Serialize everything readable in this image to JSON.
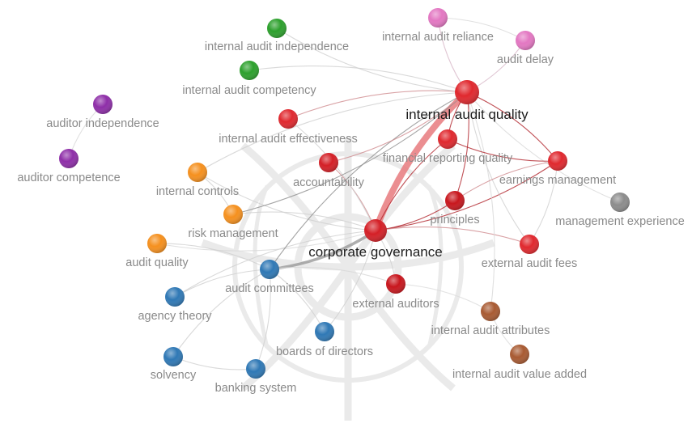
{
  "nodes": [
    {
      "id": "internal-audit-independence",
      "label": "internal audit independence",
      "color": "#2ca02c",
      "major": false
    },
    {
      "id": "internal-audit-reliance",
      "label": "internal audit reliance",
      "color": "#e377c2",
      "major": false
    },
    {
      "id": "audit-delay",
      "label": "audit delay",
      "color": "#e377c2",
      "major": false
    },
    {
      "id": "internal-audit-competency",
      "label": "internal audit competency",
      "color": "#2ca02c",
      "major": false
    },
    {
      "id": "auditor-independence",
      "label": "auditor independence",
      "color": "#8e2ea8",
      "major": false
    },
    {
      "id": "internal-audit-quality",
      "label": "internal audit quality",
      "color": "#e0282e",
      "major": true
    },
    {
      "id": "internal-audit-effectiveness",
      "label": "internal audit effectiveness",
      "color": "#e0282e",
      "major": false
    },
    {
      "id": "auditor-competence",
      "label": "auditor competence",
      "color": "#8e2ea8",
      "major": false
    },
    {
      "id": "financial-reporting-quality",
      "label": "financial reporting quality",
      "color": "#e0282e",
      "major": false
    },
    {
      "id": "earnings-management",
      "label": "earnings management",
      "color": "#e0282e",
      "major": false
    },
    {
      "id": "internal-controls",
      "label": "internal controls",
      "color": "#f5901e",
      "major": false
    },
    {
      "id": "accountability",
      "label": "accountability",
      "color": "#d41f26",
      "major": false
    },
    {
      "id": "management-experience",
      "label": "management experience",
      "color": "#8c8c8c",
      "major": false
    },
    {
      "id": "principles",
      "label": "principles",
      "color": "#c8161d",
      "major": false
    },
    {
      "id": "risk-management",
      "label": "risk management",
      "color": "#f5901e",
      "major": false
    },
    {
      "id": "corporate-governance",
      "label": "corporate governance",
      "color": "#d41f26",
      "major": true
    },
    {
      "id": "external-audit-fees",
      "label": "external audit fees",
      "color": "#e0282e",
      "major": false
    },
    {
      "id": "audit-quality",
      "label": "audit quality",
      "color": "#f5901e",
      "major": false
    },
    {
      "id": "audit-committees",
      "label": "audit committees",
      "color": "#2f78b5",
      "major": false
    },
    {
      "id": "external-auditors",
      "label": "external auditors",
      "color": "#c8161d",
      "major": false
    },
    {
      "id": "agency-theory",
      "label": "agency theory",
      "color": "#2f78b5",
      "major": false
    },
    {
      "id": "internal-audit-attributes",
      "label": "internal audit attributes",
      "color": "#a85a32",
      "major": false
    },
    {
      "id": "boards-of-directors",
      "label": "boards of directors",
      "color": "#2f78b5",
      "major": false
    },
    {
      "id": "solvency",
      "label": "solvency",
      "color": "#2f78b5",
      "major": false
    },
    {
      "id": "internal-audit-value-added",
      "label": "internal audit value added",
      "color": "#a85a32",
      "major": false
    },
    {
      "id": "banking-system",
      "label": "banking system",
      "color": "#2f78b5",
      "major": false
    }
  ],
  "edges": [
    {
      "from": "internal-audit-quality",
      "to": "corporate-governance",
      "color": "#e87a7e",
      "weight": "strong"
    },
    {
      "from": "corporate-governance",
      "to": "audit-committees",
      "color": "#9a9a9a",
      "weight": "medium"
    },
    {
      "from": "corporate-governance",
      "to": "principles",
      "color": "#b0232a",
      "weight": "thin"
    },
    {
      "from": "corporate-governance",
      "to": "financial-reporting-quality",
      "color": "#b0232a",
      "weight": "thin"
    },
    {
      "from": "corporate-governance",
      "to": "earnings-management",
      "color": "#b0232a",
      "weight": "thin"
    },
    {
      "from": "corporate-governance",
      "to": "external-audit-fees",
      "color": "#cf8b8e",
      "weight": "thin"
    },
    {
      "from": "corporate-governance",
      "to": "accountability",
      "color": "#cf8b8e",
      "weight": "thin"
    },
    {
      "from": "corporate-governance",
      "to": "external-auditors",
      "color": "#cfcfcf",
      "weight": "thin"
    },
    {
      "from": "corporate-governance",
      "to": "risk-management",
      "color": "#cfcfcf",
      "weight": "thin"
    },
    {
      "from": "corporate-governance",
      "to": "internal-controls",
      "color": "#cfcfcf",
      "weight": "thin"
    },
    {
      "from": "corporate-governance",
      "to": "agency-theory",
      "color": "#cfcfcf",
      "weight": "thin"
    },
    {
      "from": "corporate-governance",
      "to": "boards-of-directors",
      "color": "#cfcfcf",
      "weight": "thin"
    },
    {
      "from": "corporate-governance",
      "to": "internal-audit-effectiveness",
      "color": "#cfcfcf",
      "weight": "thin"
    },
    {
      "from": "corporate-governance",
      "to": "audit-quality",
      "color": "#d8d8d8",
      "weight": "thin"
    },
    {
      "from": "internal-audit-quality",
      "to": "internal-audit-effectiveness",
      "color": "#cf8b8e",
      "weight": "thin"
    },
    {
      "from": "internal-audit-quality",
      "to": "earnings-management",
      "color": "#b0232a",
      "weight": "thin"
    },
    {
      "from": "internal-audit-quality",
      "to": "financial-reporting-quality",
      "color": "#b0232a",
      "weight": "thin"
    },
    {
      "from": "internal-audit-quality",
      "to": "principles",
      "color": "#b0232a",
      "weight": "thin"
    },
    {
      "from": "internal-audit-quality",
      "to": "audit-delay",
      "color": "#d8b8c8",
      "weight": "thin"
    },
    {
      "from": "internal-audit-quality",
      "to": "internal-audit-reliance",
      "color": "#d8b8c8",
      "weight": "thin"
    },
    {
      "from": "internal-audit-quality",
      "to": "internal-audit-competency",
      "color": "#d0d0d0",
      "weight": "thin"
    },
    {
      "from": "internal-audit-quality",
      "to": "internal-audit-independence",
      "color": "#d0d0d0",
      "weight": "thin"
    },
    {
      "from": "internal-audit-quality",
      "to": "audit-committees",
      "color": "#8e8e8e",
      "weight": "thin"
    },
    {
      "from": "internal-audit-quality",
      "to": "risk-management",
      "color": "#8e8e8e",
      "weight": "thin"
    },
    {
      "from": "internal-audit-quality",
      "to": "internal-controls",
      "color": "#cfcfcf",
      "weight": "thin"
    },
    {
      "from": "internal-audit-quality",
      "to": "accountability",
      "color": "#cf8b8e",
      "weight": "thin"
    },
    {
      "from": "internal-audit-quality",
      "to": "external-audit-fees",
      "color": "#cfcfcf",
      "weight": "thin"
    },
    {
      "from": "internal-audit-quality",
      "to": "internal-audit-attributes",
      "color": "#d8d8d8",
      "weight": "thin"
    },
    {
      "from": "internal-audit-quality",
      "to": "management-experience",
      "color": "#d8d8d8",
      "weight": "thin"
    },
    {
      "from": "earnings-management",
      "to": "financial-reporting-quality",
      "color": "#b0232a",
      "weight": "thin"
    },
    {
      "from": "earnings-management",
      "to": "principles",
      "color": "#cf8b8e",
      "weight": "thin"
    },
    {
      "from": "earnings-management",
      "to": "external-audit-fees",
      "color": "#cfcfcf",
      "weight": "thin"
    },
    {
      "from": "audit-committees",
      "to": "agency-theory",
      "color": "#cfcfcf",
      "weight": "thin"
    },
    {
      "from": "audit-committees",
      "to": "boards-of-directors",
      "color": "#cfcfcf",
      "weight": "thin"
    },
    {
      "from": "audit-committees",
      "to": "solvency",
      "color": "#cfcfcf",
      "weight": "thin"
    },
    {
      "from": "audit-committees",
      "to": "banking-system",
      "color": "#cfcfcf",
      "weight": "thin"
    },
    {
      "from": "audit-committees",
      "to": "audit-quality",
      "color": "#cfcfcf",
      "weight": "thin"
    },
    {
      "from": "audit-committees",
      "to": "external-auditors",
      "color": "#d8d8d8",
      "weight": "thin"
    },
    {
      "from": "solvency",
      "to": "banking-system",
      "color": "#cfcfcf",
      "weight": "thin"
    },
    {
      "from": "internal-controls",
      "to": "risk-management",
      "color": "#cfcfcf",
      "weight": "thin"
    },
    {
      "from": "auditor-independence",
      "to": "auditor-competence",
      "color": "#d8d8d8",
      "weight": "thin"
    },
    {
      "from": "internal-audit-reliance",
      "to": "audit-delay",
      "color": "#d8d8d8",
      "weight": "thin"
    },
    {
      "from": "internal-audit-attributes",
      "to": "internal-audit-value-added",
      "color": "#dcdcdc",
      "weight": "thin"
    },
    {
      "from": "external-auditors",
      "to": "internal-audit-attributes",
      "color": "#dcdcdc",
      "weight": "thin"
    }
  ]
}
